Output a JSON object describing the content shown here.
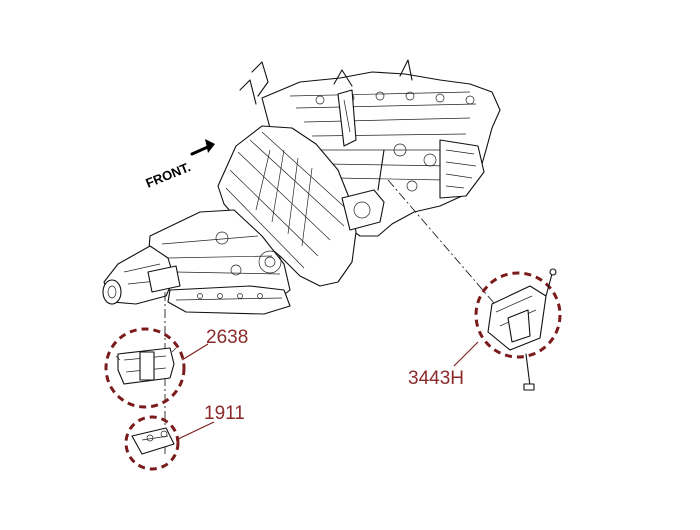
{
  "labels": {
    "front": "FRONT.",
    "part_2638": "2638",
    "part_1911": "1911",
    "part_3443h": "3443H"
  },
  "colors": {
    "callout": "#7a1a1a",
    "label": "#8a2a2a",
    "ink": "#111111"
  },
  "icons": {
    "front_arrow": "arrow-right-icon"
  }
}
